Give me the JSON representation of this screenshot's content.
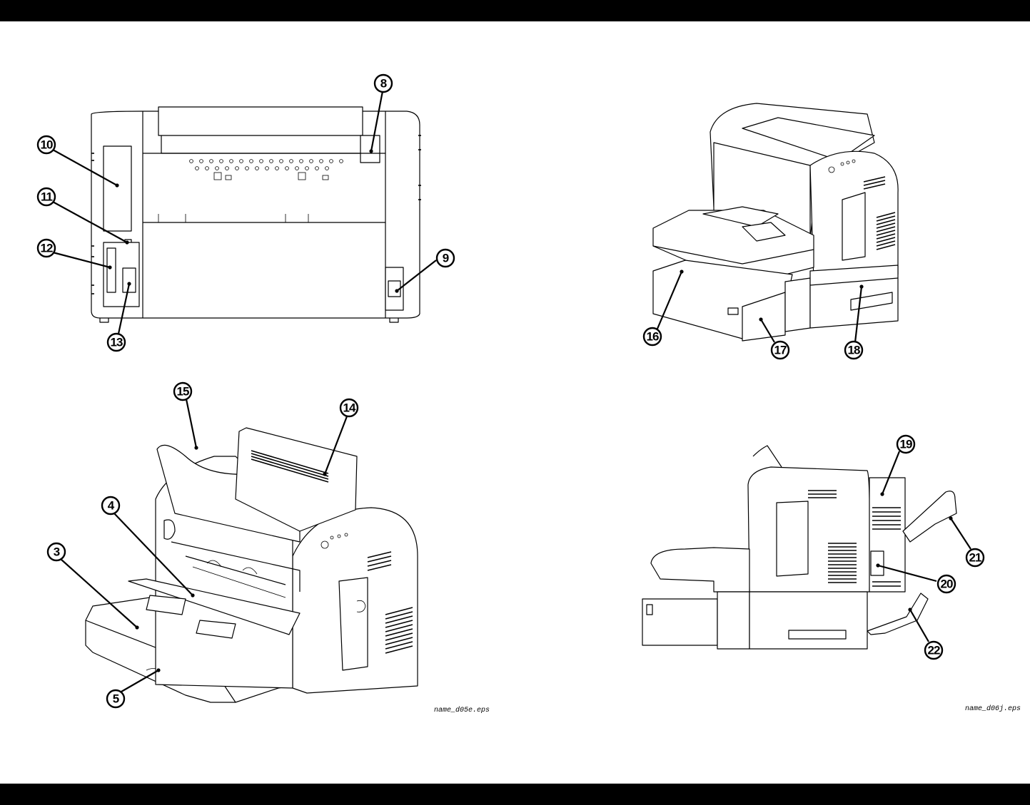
{
  "callouts": {
    "c3": "3",
    "c4": "4",
    "c5": "5",
    "c8": "8",
    "c9": "9",
    "c10": "10",
    "c11": "11",
    "c12": "12",
    "c13": "13",
    "c14": "14",
    "c15": "15",
    "c16": "16",
    "c17": "17",
    "c18": "18",
    "c19": "19",
    "c20": "20",
    "c21": "21",
    "c22": "22"
  },
  "file_names": {
    "left": "name_d05e.eps",
    "right": "name_d06j.eps"
  },
  "colors": {
    "ink": "#000000",
    "paper": "#ffffff",
    "bars": "#000000"
  }
}
